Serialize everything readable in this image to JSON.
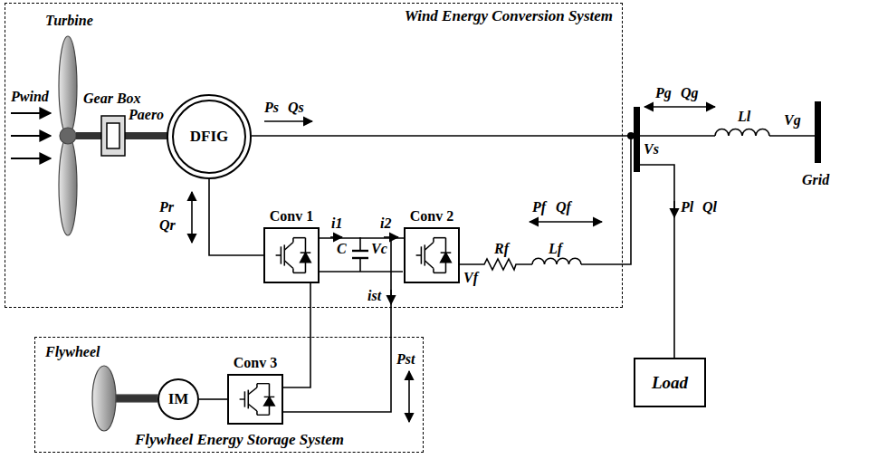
{
  "diagram": {
    "nodes": [
      {
        "text": [
          "Wind Energy Conversion System"
        ]
      },
      {
        "text": [
          "DFIG"
        ],
        "in": 0
      },
      {
        "text": [
          "Conv 1"
        ],
        "in": 0
      },
      {
        "text": [
          "Conv 2"
        ],
        "in": 0
      },
      {
        "text": [
          "Flywheel Energy Storage System"
        ]
      },
      {
        "text": [
          "Conv 3"
        ],
        "in": 4
      },
      {
        "text": [
          "IM"
        ],
        "in": 4
      },
      {
        "text": [
          "Load"
        ]
      }
    ],
    "edges": [
      {
        "from": 1,
        "to": 2,
        "arrow": "none"
      },
      {
        "from": 2,
        "to": 3,
        "arrow": "none"
      },
      {
        "from": 2,
        "to": 5,
        "arrow": "none"
      },
      {
        "from": 6,
        "to": 5,
        "arrow": "none"
      }
    ],
    "labels": [
      "Turbine",
      "Gear Box",
      "Pwind",
      "Paero",
      "Ps",
      "Qs",
      "Pr",
      "Qr",
      "i1",
      "i2",
      "C",
      "Vc",
      "ist",
      "Vf",
      "Rf",
      "Lf",
      "Pf",
      "Qf",
      "Vs",
      "Pg",
      "Qg",
      "Ll",
      "Vg",
      "Grid",
      "Pl",
      "Ql",
      "Pst",
      "Flywheel"
    ]
  }
}
